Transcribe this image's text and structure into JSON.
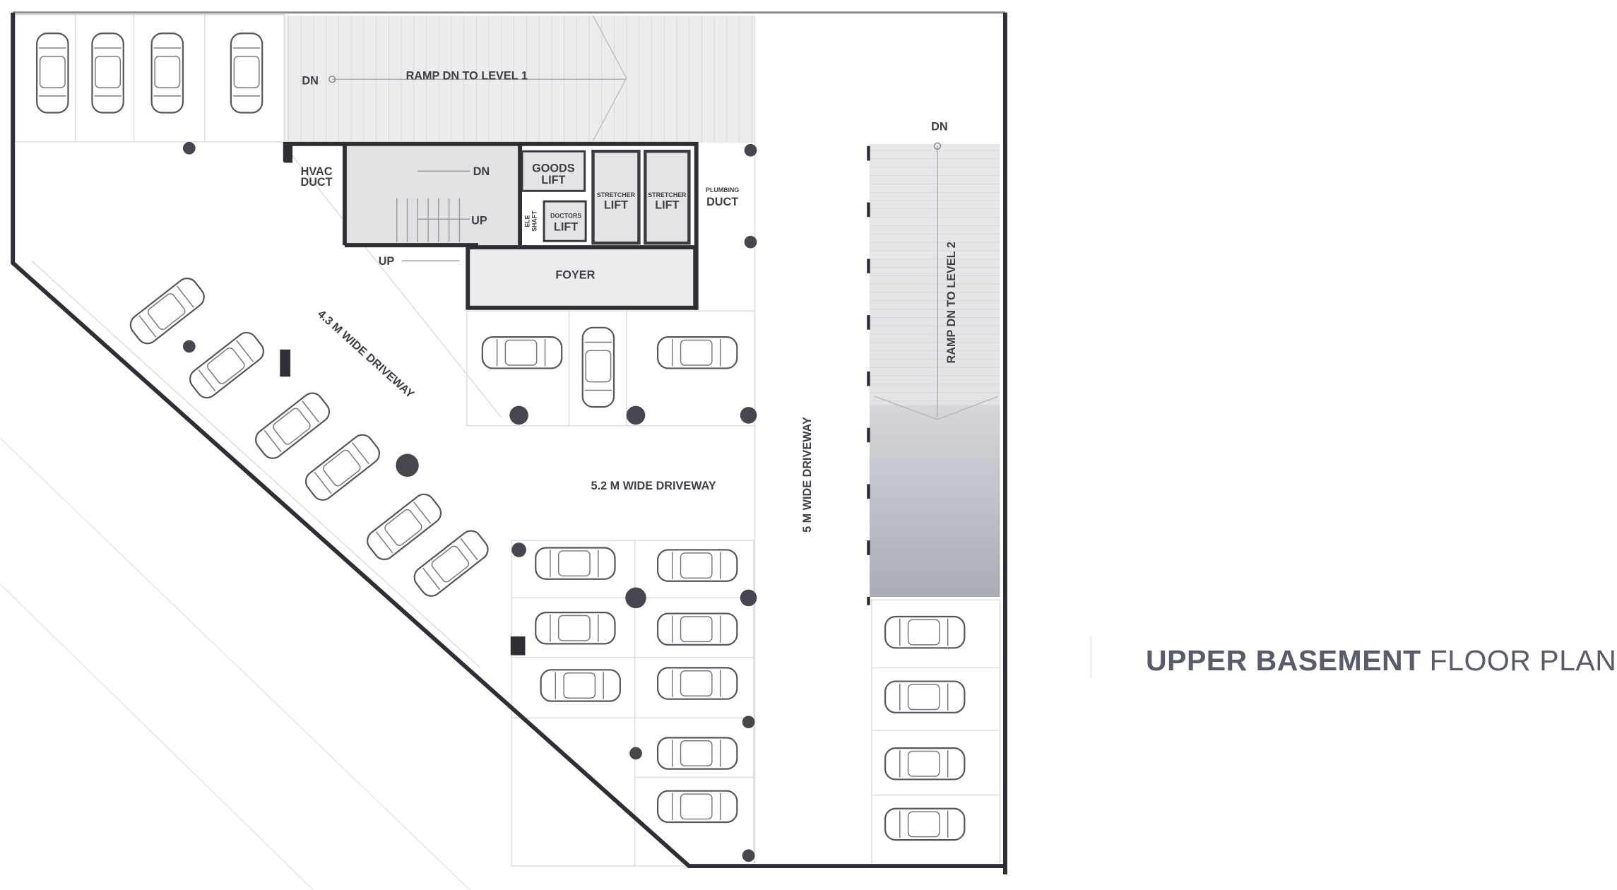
{
  "title": {
    "bold": "UPPER BASEMENT",
    "light": "FLOOR PLAN"
  },
  "ramps": {
    "ramp1": "RAMP DN TO LEVEL 1",
    "ramp1_dn": "DN",
    "ramp2": "RAMP DN TO LEVEL 2",
    "ramp2_dn": "DN"
  },
  "core": {
    "hvac1": "HVAC",
    "hvac2": "DUCT",
    "stair_dn": "DN",
    "stair_up": "UP",
    "ramp_up": "UP",
    "goods1": "GOODS",
    "goods2": "LIFT",
    "stretcher1a": "STRETCHER",
    "stretcher1b": "LIFT",
    "stretcher2a": "STRETCHER",
    "stretcher2b": "LIFT",
    "doctors1": "DOCTORS",
    "doctors2": "LIFT",
    "ele1": "ELE",
    "ele2": "SHAFT",
    "plumb1": "PLUMBING",
    "plumb2": "DUCT",
    "foyer": "FOYER"
  },
  "driveways": {
    "d43": "4.3 M WIDE DRIVEWAY",
    "d52": "5.2 M WIDE DRIVEWAY",
    "d5": "5 M WIDE DRIVEWAY"
  },
  "colors": {
    "wall": "#2e2f36",
    "text": "#3d3f48",
    "title": "#585c6a",
    "ramp": "#e6e6e8"
  }
}
